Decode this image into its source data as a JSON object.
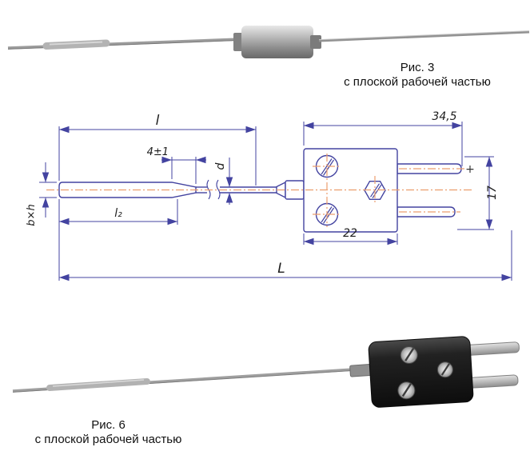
{
  "figure3": {
    "title": "Рис. 3",
    "subtitle": "с плоской рабочей частью"
  },
  "figure6": {
    "title": "Рис. 6",
    "subtitle": "с плоской рабочей частью"
  },
  "drawing": {
    "colors": {
      "outline": "#4343a0",
      "centerline": "#ec9e6e",
      "photo_gray": "#9c9c9c",
      "connector_black": "#1a1a1a"
    },
    "labels": {
      "l": "l",
      "tip_len": "4±1",
      "d": "d",
      "bxh": "b×h",
      "l2": "l₂",
      "conn_len": "34,5",
      "conn_w": "22",
      "conn_h": "17",
      "total": "L",
      "polarity": "+"
    }
  }
}
